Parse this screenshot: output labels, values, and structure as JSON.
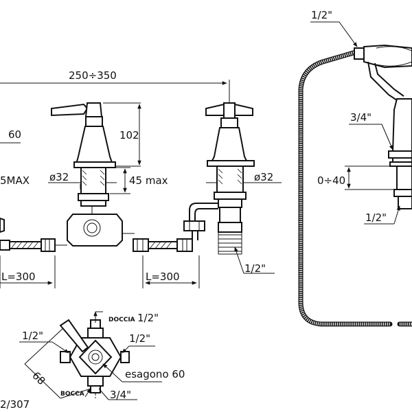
{
  "labels": {
    "overall_width": "250÷350",
    "height_102": "102",
    "dia_32_left": "ø32",
    "dia_32_right": "ø32",
    "max_45": "45 max",
    "partial_5max": "5MAX",
    "partial_60": "60",
    "length_left": "L=300",
    "length_right": "L=300",
    "thread_half_right_bottom": "1/2\"",
    "thread_half_top": "1/2\"",
    "thread_34_shower": "3/4\"",
    "range_0_40": "0÷40",
    "thread_half_shower_bottom": "1/2\"",
    "doccia_label": "DOCCIA",
    "doccia_thread": "1/2\"",
    "thread_half_left_view": "1/2\"",
    "thread_half_right_view": "1/2\"",
    "dim_68": "68",
    "esagono": "esagono 60",
    "bocca_label": "BOCCA",
    "thread_34_bottom": "3/4\"",
    "partial_code": "2/307"
  }
}
